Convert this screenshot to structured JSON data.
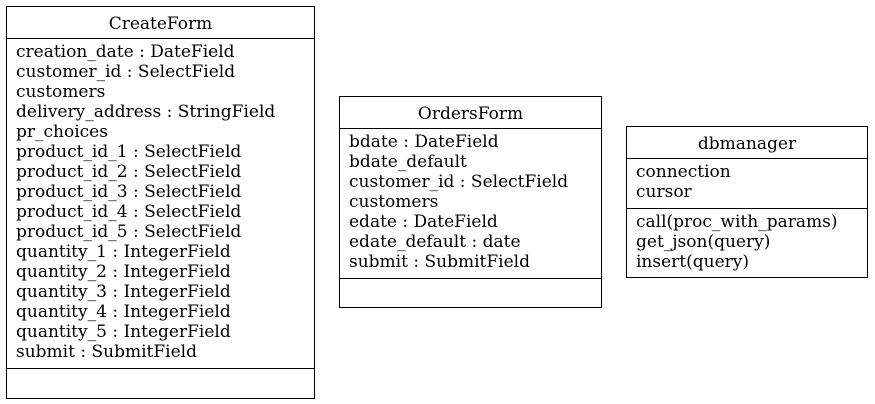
{
  "classes": [
    {
      "name": "CreateForm",
      "attributes": [
        "creation_date : DateField",
        "customer_id : SelectField",
        "customers",
        "delivery_address : StringField",
        "pr_choices",
        "product_id_1 : SelectField",
        "product_id_2 : SelectField",
        "product_id_3 : SelectField",
        "product_id_4 : SelectField",
        "product_id_5 : SelectField",
        "quantity_1 : IntegerField",
        "quantity_2 : IntegerField",
        "quantity_3 : IntegerField",
        "quantity_4 : IntegerField",
        "quantity_5 : IntegerField",
        "submit : SubmitField"
      ],
      "methods": []
    },
    {
      "name": "OrdersForm",
      "attributes": [
        "bdate : DateField",
        "bdate_default",
        "customer_id : SelectField",
        "customers",
        "edate : DateField",
        "edate_default : date",
        "submit : SubmitField"
      ],
      "methods": []
    },
    {
      "name": "dbmanager",
      "attributes": [
        "connection",
        "cursor"
      ],
      "methods": [
        "call(proc_with_params)",
        "get_json(query)",
        "insert(query)"
      ]
    }
  ]
}
